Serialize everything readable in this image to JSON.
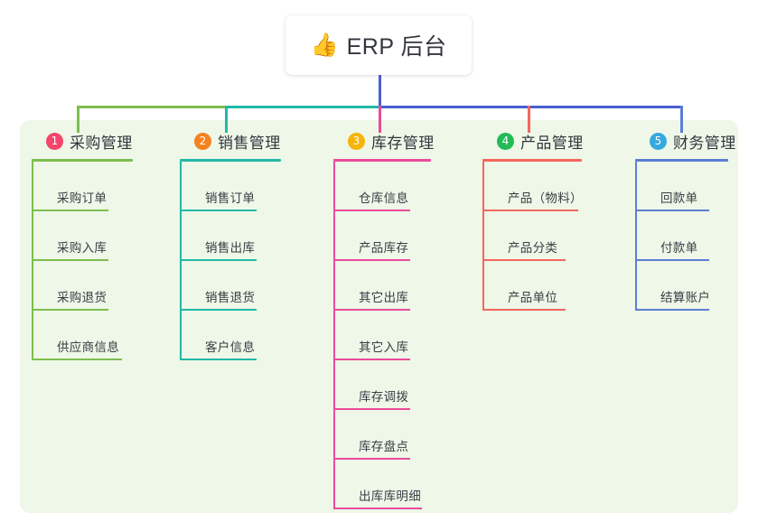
{
  "root": {
    "emoji": "👍",
    "emoji_name": "thumbs-up-icon",
    "title": "ERP 后台"
  },
  "colors": {
    "panel_background": "#eef7e8",
    "page_background": "#ffffff",
    "root_stem": "#4a5fd0",
    "bus_segment_1": "#7dbe4e",
    "bus_segment_2": "#23b8a8",
    "bus_segment_3": "#4a5fd0"
  },
  "columns": [
    {
      "number": "1",
      "title": "采购管理",
      "badge_color": "#f4456a",
      "rule_color": "#7dbe4e",
      "drop_color": "#7dbe4e",
      "items": [
        "采购订单",
        "采购入库",
        "采购退货",
        "供应商信息"
      ]
    },
    {
      "number": "2",
      "title": "销售管理",
      "badge_color": "#f58220",
      "rule_color": "#23b8a8",
      "drop_color": "#23b8a8",
      "items": [
        "销售订单",
        "销售出库",
        "销售退货",
        "客户信息"
      ]
    },
    {
      "number": "3",
      "title": "库存管理",
      "badge_color": "#f5b50a",
      "rule_color": "#ea4b9a",
      "drop_color": "#ea4b9a",
      "items": [
        "仓库信息",
        "产品库存",
        "其它出库",
        "其它入库",
        "库存调拨",
        "库存盘点",
        "出库库明细"
      ]
    },
    {
      "number": "4",
      "title": "产品管理",
      "badge_color": "#22bb55",
      "rule_color": "#f4665c",
      "drop_color": "#f4665c",
      "items": [
        "产品（物料）",
        "产品分类",
        "产品单位"
      ]
    },
    {
      "number": "5",
      "title": "财务管理",
      "badge_color": "#36a8e0",
      "rule_color": "#5b7fd4",
      "drop_color": "#5b7fd4",
      "items": [
        "回款单",
        "付款单",
        "结算账户"
      ]
    }
  ]
}
